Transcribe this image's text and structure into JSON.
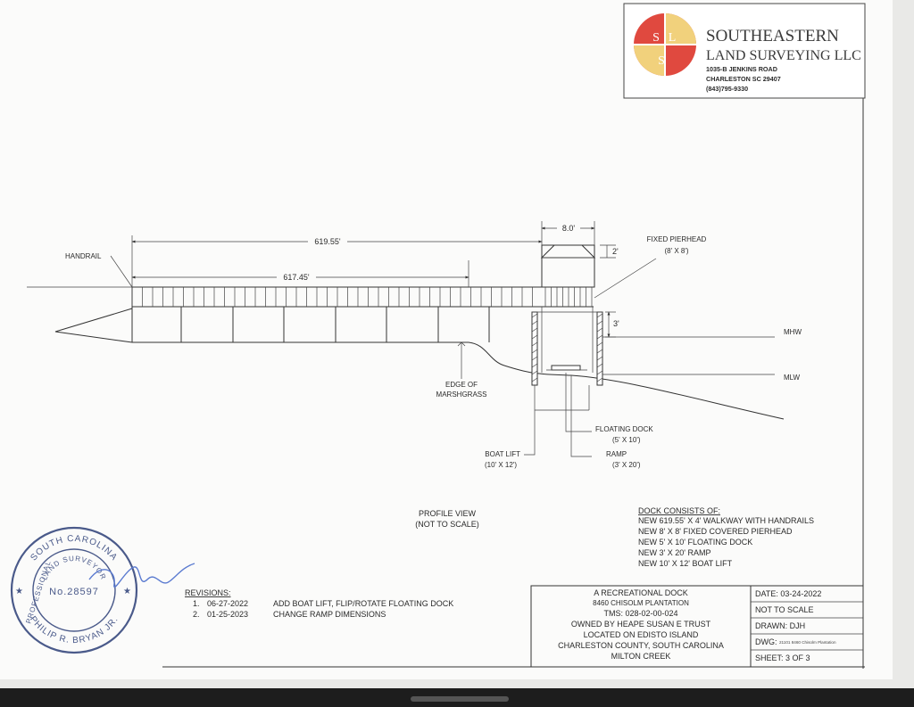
{
  "company": {
    "name": "SOUTHEASTERN",
    "subtitle": "LAND SURVEYING LLC",
    "address1": "1035-B JENKINS ROAD",
    "address2": "CHARLESTON SC 29407",
    "phone": "(843)795-9330",
    "logo_letters": [
      "S",
      "L",
      "S"
    ]
  },
  "drawing": {
    "dims": {
      "total_length": "619.55'",
      "walkway_length": "617.45'",
      "pierhead_width": "8.0'",
      "roof_height": "2'",
      "deck_height": "3'"
    },
    "labels": {
      "handrail": "HANDRAIL",
      "fixed_pierhead": "FIXED PIERHEAD",
      "fixed_pierhead_size": "(8' X 8')",
      "mhw": "MHW",
      "mlw": "MLW",
      "edge1": "EDGE OF",
      "edge2": "MARSHGRASS",
      "floating_dock": "FLOATING DOCK",
      "floating_dock_size": "(5' X 10')",
      "boat_lift": "BOAT LIFT",
      "boat_lift_size": "(10' X 12')",
      "ramp": "RAMP",
      "ramp_size": "(3' X 20')"
    }
  },
  "profile": {
    "title": "PROFILE VIEW",
    "note": "(NOT TO SCALE)"
  },
  "dock_consists": {
    "heading": "DOCK CONSISTS OF:",
    "items": [
      "NEW 619.55' X 4' WALKWAY WITH HANDRAILS",
      "NEW 8' X 8' FIXED COVERED PIERHEAD",
      "NEW 5' X 10' FLOATING DOCK",
      "NEW 3' X 20' RAMP",
      "NEW 10' X 12' BOAT LIFT"
    ]
  },
  "revisions": {
    "heading": "REVISIONS:",
    "items": [
      {
        "num": "1.",
        "date": "06-27-2022",
        "desc": "ADD BOAT LIFT, FLIP/ROTATE FLOATING DOCK"
      },
      {
        "num": "2.",
        "date": "01-25-2023",
        "desc": "CHANGE RAMP DIMENSIONS"
      }
    ]
  },
  "title_block": {
    "lines": [
      "A RECREATIONAL DOCK",
      "8460 CHISOLM PLANTATION",
      "TMS: 028-02-00-024",
      "OWNED BY HEAPE SUSAN E TRUST",
      "LOCATED ON EDISTO ISLAND",
      "CHARLESTON COUNTY, SOUTH CAROLINA",
      "MILTON CREEK"
    ],
    "date": "DATE: 03-24-2022",
    "scale": "NOT TO SCALE",
    "drawn": "DRAWN: DJH",
    "dwg_label": "DWG:",
    "dwg_value": "21101 8460 Chisolm Plantation",
    "sheet": "SHEET:  3 OF 3"
  },
  "seal": {
    "top": "SOUTH CAROLINA",
    "left": "PROFESSIONAL",
    "inner": "LAND SURVEYOR",
    "number": "No.28597",
    "bottom": "PHILIP R. BRYAN JR."
  },
  "colors": {
    "logo_red": "#e0493f",
    "logo_gold": "#f1d17c",
    "seal_blue": "#4a5a8a"
  }
}
